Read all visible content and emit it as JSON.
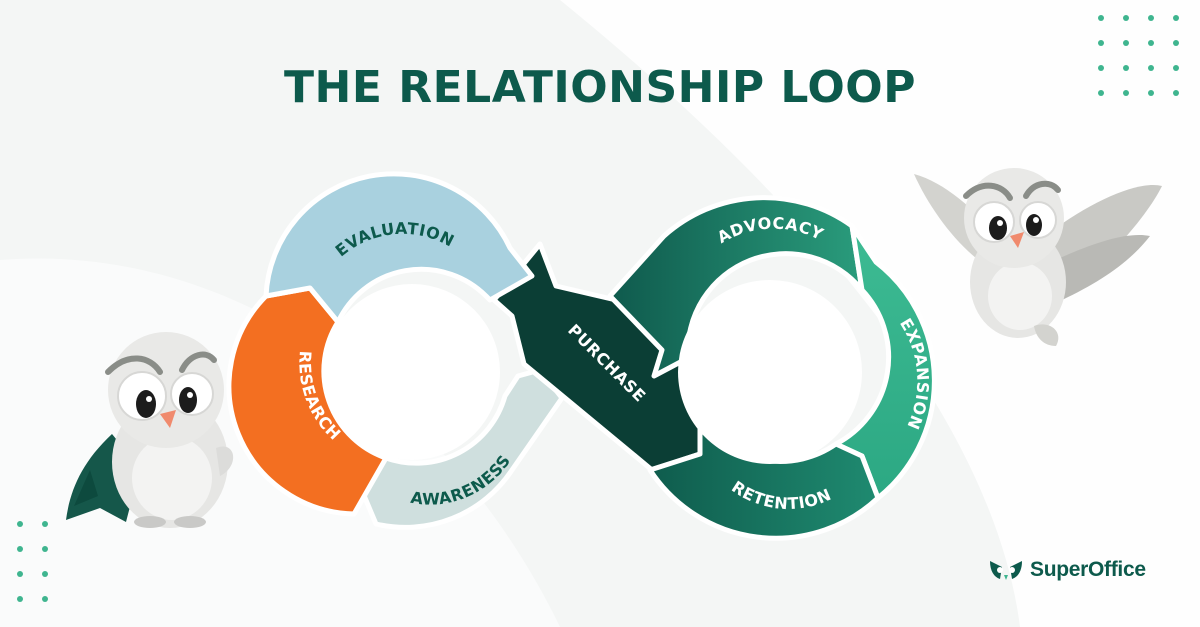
{
  "title": "THE RELATIONSHIP LOOP",
  "stages": {
    "evaluation": "EVALUATION",
    "research": "RESEARCH",
    "awareness": "AWARENESS",
    "purchase": "PURCHASE",
    "advocacy": "ADVOCACY",
    "expansion": "EXPANSION",
    "retention": "RETENTION"
  },
  "brand": "SuperOffice",
  "colors": {
    "title": "#0d5a4c",
    "evaluation": "#a9d1df",
    "research": "#f36f21",
    "awareness": "#cfdfde",
    "purchase": "#0b3e35",
    "advocacy": "#176e5d",
    "expansion": "#36b38c",
    "retention": "#15705d",
    "dots": "#3fb58f"
  }
}
